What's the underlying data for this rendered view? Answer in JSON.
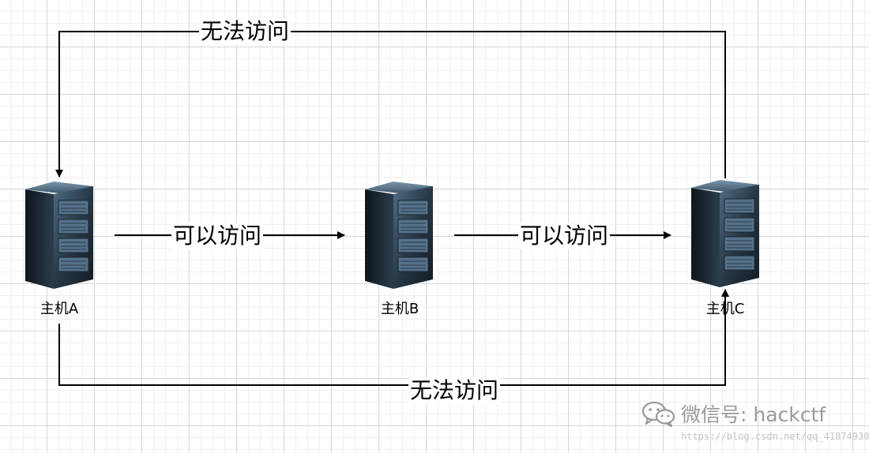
{
  "hosts": [
    {
      "id": "A",
      "label": "主机A"
    },
    {
      "id": "B",
      "label": "主机B"
    },
    {
      "id": "C",
      "label": "主机C"
    }
  ],
  "edges": [
    {
      "from": "C",
      "to": "A",
      "route": "top",
      "label": "无法访问"
    },
    {
      "from": "A",
      "to": "B",
      "route": "direct",
      "label": "可以访问"
    },
    {
      "from": "B",
      "to": "C",
      "route": "direct",
      "label": "可以访问"
    },
    {
      "from": "A",
      "to": "C",
      "route": "bottom",
      "label": "无法访问"
    }
  ],
  "watermark": {
    "text": "微信号: hackctf",
    "url": "https://blog.csdn.net/qq_41874930",
    "icon": "wechat-icon"
  },
  "colors": {
    "line": "#000000",
    "server_body": "#1e2a36",
    "server_highlight": "#5a7891"
  }
}
